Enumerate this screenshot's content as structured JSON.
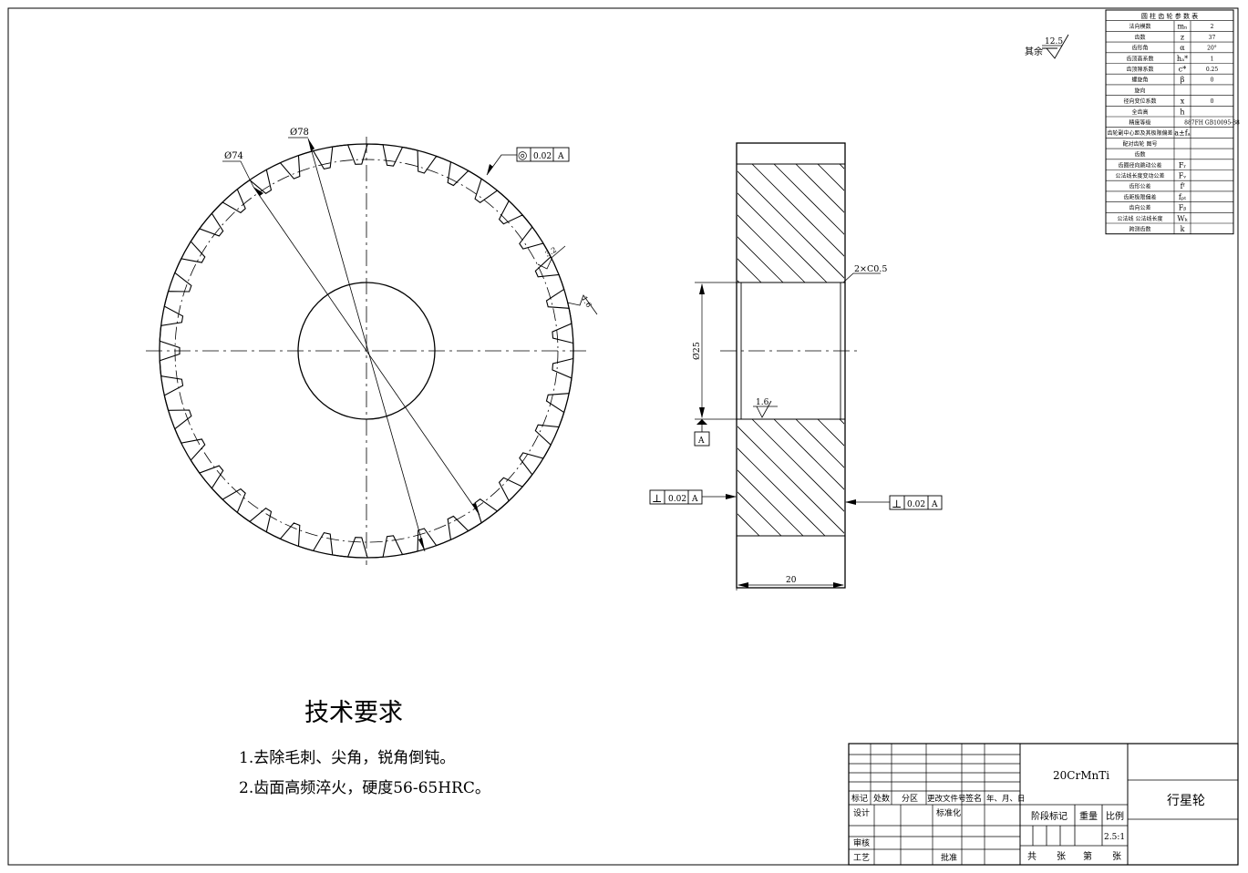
{
  "gear_face": {
    "dim_outer": "Ø78",
    "dim_root": "Ø74",
    "runout_frame": {
      "symbol": "◎",
      "value": "0.02",
      "datum": "A"
    },
    "roughness_a": "3.2",
    "roughness_b": "1.6"
  },
  "section": {
    "chamfer": "2×C0.5",
    "bore": "Ø25",
    "datum_label": "A",
    "bore_roughness": "1.6",
    "width": "20",
    "perp_left": {
      "symbol": "⊥",
      "value": "0.02",
      "datum": "A"
    },
    "perp_right": {
      "symbol": "⊥",
      "value": "0.02",
      "datum": "A"
    }
  },
  "surface_rest": {
    "label": "其余",
    "value": "12.5"
  },
  "param_table": {
    "title": "圆 柱 齿 轮 参 数 表",
    "rows": [
      {
        "name": "法向模数",
        "sym": "mₙ",
        "val": "2"
      },
      {
        "name": "齿数",
        "sym": "z",
        "val": "37"
      },
      {
        "name": "齿形角",
        "sym": "α",
        "val": "20°"
      },
      {
        "name": "齿顶高系数",
        "sym": "hₐ*",
        "val": "1"
      },
      {
        "name": "齿顶隙系数",
        "sym": "c*",
        "val": "0.25"
      },
      {
        "name": "螺旋角",
        "sym": "β",
        "val": "0"
      },
      {
        "name": "旋向",
        "sym": "",
        "val": ""
      },
      {
        "name": "径向变位系数",
        "sym": "x",
        "val": "0"
      },
      {
        "name": "全齿高",
        "sym": "h",
        "val": ""
      },
      {
        "name": "精度等级",
        "sym": "",
        "val": "887FH GB10095-88"
      },
      {
        "name": "齿轮副中心距及其极限偏差",
        "sym": "a±fₐ",
        "val": ""
      },
      {
        "name": "配对齿轮 图号",
        "sym": "",
        "val": ""
      },
      {
        "name": "齿数",
        "sym": "",
        "val": ""
      },
      {
        "name": "齿圈径向跳动公差",
        "sym": "Fᵣ",
        "val": ""
      },
      {
        "name": "公法线长度变动公差",
        "sym": "Fᵥ",
        "val": ""
      },
      {
        "name": "齿形公差",
        "sym": "fᶠ",
        "val": ""
      },
      {
        "name": "齿距极限偏差",
        "sym": "fₚₜ",
        "val": ""
      },
      {
        "name": "齿向公差",
        "sym": "Fᵦ",
        "val": ""
      },
      {
        "name": "公法线 公法线长度",
        "sym": "Wₖ",
        "val": ""
      },
      {
        "name": "跨测齿数",
        "sym": "k",
        "val": ""
      }
    ],
    "merged_left": {
      "pair": "配对齿轮",
      "pair_a": "图号",
      "pair_b": "齿数",
      "cn": "公法线",
      "cn_a": "公法线长度",
      "cn_b": "跨测齿数"
    }
  },
  "tech": {
    "title": "技术要求",
    "items": [
      "1.去除毛刺、尖角，锐角倒钝。",
      "2.齿面高频淬火，硬度56-65HRC。"
    ]
  },
  "title_block": {
    "material": "20CrMnTi",
    "part_name": "行星轮",
    "h_biaoji": "标记",
    "h_chushu": "处数",
    "h_fenqu": "分区",
    "h_gengai": "更改文件号",
    "h_qianming": "签名",
    "h_date": "年、月、日",
    "sheji": "设计",
    "biaozhunhua": "标准化",
    "shenhe": "审核",
    "gongyi": "工艺",
    "pizhun": "批准",
    "jieduan": "阶段标记",
    "zhongliang": "重量",
    "bili": "比例",
    "scale": "2.5:1",
    "gong": "共",
    "zhang1": "张",
    "di": "第",
    "zhang2": "张"
  }
}
